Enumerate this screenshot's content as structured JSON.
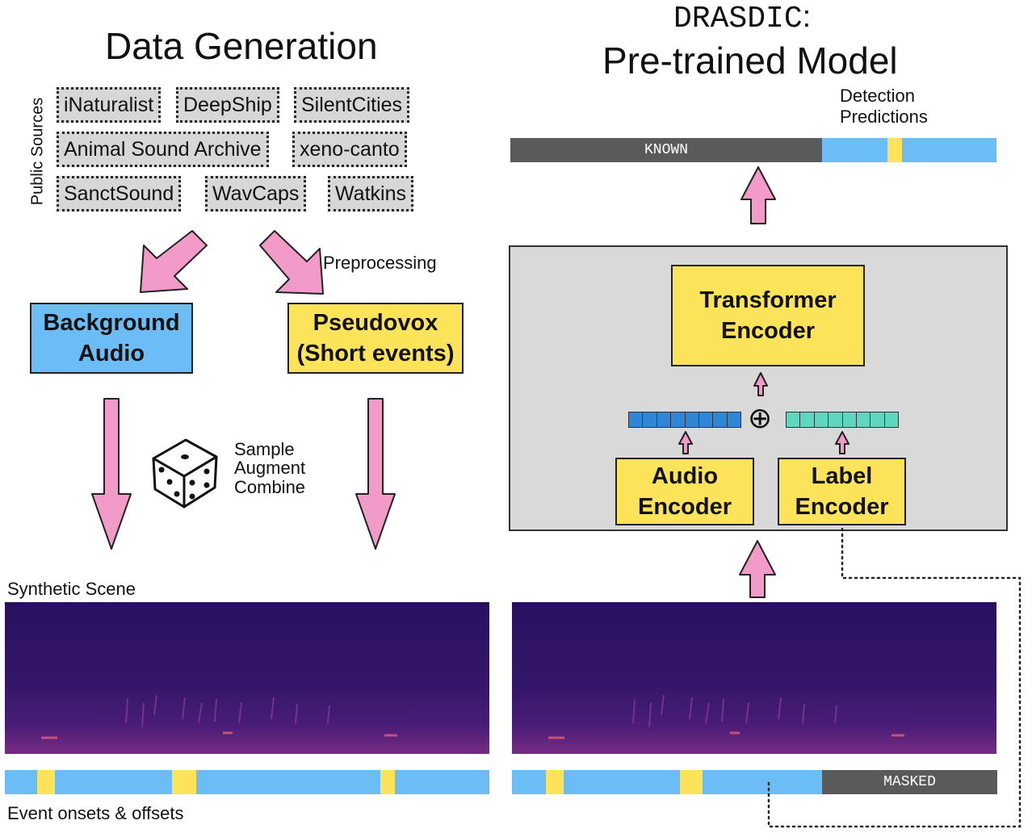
{
  "left": {
    "title": "Data Generation",
    "sources_label": "Public Sources",
    "sources": [
      {
        "name": "iNaturalist"
      },
      {
        "name": "DeepShip"
      },
      {
        "name": "SilentCities"
      },
      {
        "name": "Animal Sound Archive"
      },
      {
        "name": "xeno-canto"
      },
      {
        "name": "SanctSound"
      },
      {
        "name": "WavCaps"
      },
      {
        "name": "Watkins"
      }
    ],
    "preprocessing_label": "Preprocessing",
    "background_box": "Background Audio",
    "pseudovox_box": "Pseudovox (Short events)",
    "dice_text": [
      "Sample",
      "Augment",
      "Combine"
    ],
    "scene_label": "Synthetic Scene",
    "events_label": "Event onsets & offsets"
  },
  "right": {
    "title_mono": "DRASDIC",
    "title_colon": ":",
    "title_main": "Pre-trained Model",
    "detection_label": "Detection Predictions",
    "known_label": "KNOWN",
    "masked_label": "MASKED",
    "transformer_box": "Transformer Encoder",
    "audio_encoder_box": "Audio Encoder",
    "label_encoder_box": "Label Encoder",
    "plus_symbol": "⊕"
  },
  "colors": {
    "event_blue": "#6cbdf5",
    "event_yellow": "#fce35a",
    "known_gray": "#5a5a5a",
    "arrow_pink": "#f29ac8",
    "panel_gray": "#d9d9d9",
    "audio_token": "#2f86d6",
    "label_token": "#5fd6bf",
    "spectrogram": "#3a1a6e"
  }
}
